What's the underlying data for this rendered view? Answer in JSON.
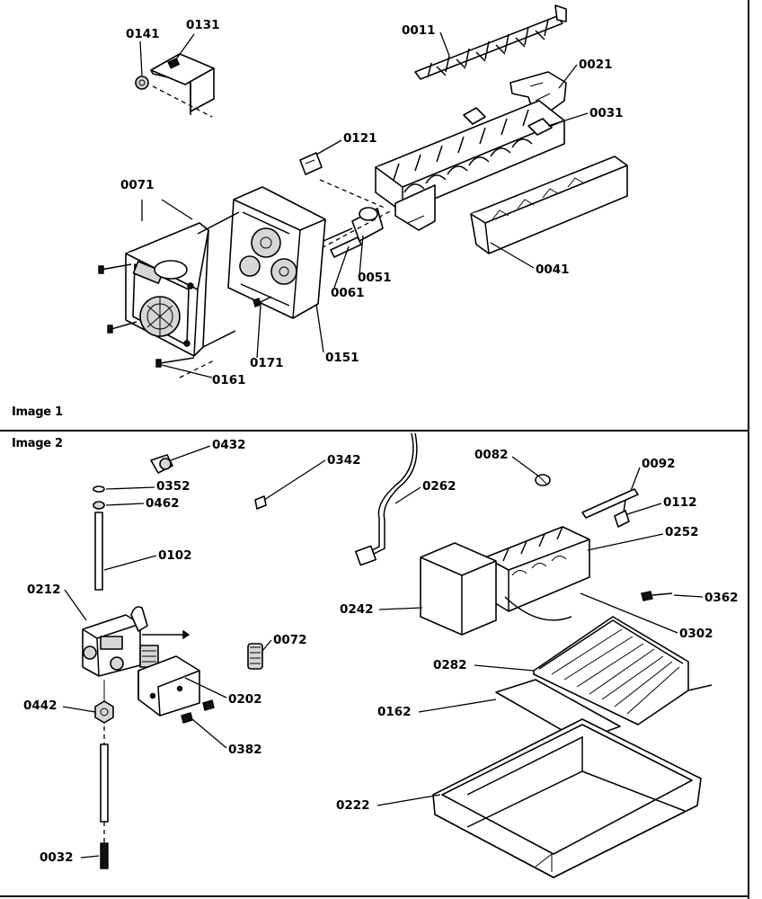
{
  "panels": [
    {
      "title": "Image 1",
      "callouts": [
        "0011",
        "0021",
        "0031",
        "0041",
        "0051",
        "0061",
        "0071",
        "0121",
        "0131",
        "0141",
        "0151",
        "0161",
        "0171"
      ]
    },
    {
      "title": "Image 2",
      "callouts": [
        "0032",
        "0072",
        "0082",
        "0092",
        "0102",
        "0112",
        "0162",
        "0202",
        "0212",
        "0222",
        "0242",
        "0252",
        "0262",
        "0282",
        "0302",
        "0342",
        "0352",
        "0362",
        "0382",
        "0432",
        "0442",
        "0462"
      ]
    }
  ]
}
